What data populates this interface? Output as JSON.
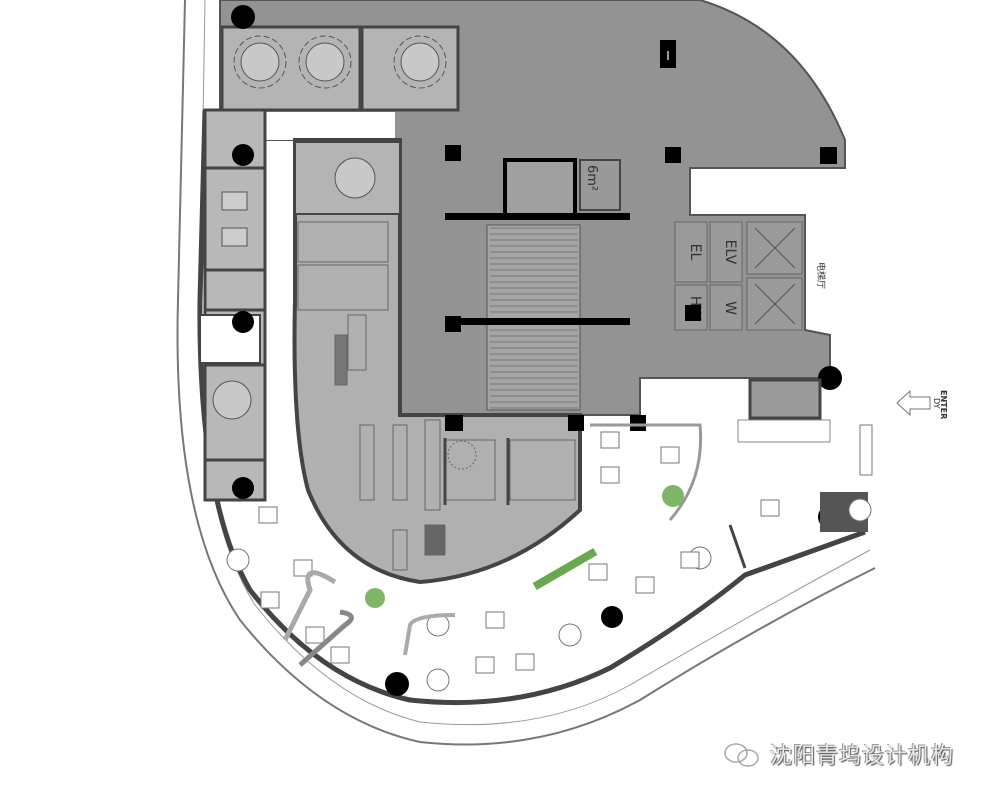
{
  "plan": {
    "elevator_labels": [
      "EL",
      "ELV",
      "HW",
      "W"
    ],
    "area_label": "6m²",
    "core_mark": "I",
    "elevator_hall_label": "电梯厅",
    "entrance": {
      "arrow_label": "DY",
      "enter_label": "ENTER"
    }
  },
  "colors": {
    "core": "#939393",
    "rooms": "#b4b4b4",
    "walls": "#555555",
    "columns": "#000000",
    "planting": "#6aa84f"
  },
  "watermark": {
    "text": "沈阳青坞设计机构",
    "icon": "wechat-icon"
  }
}
